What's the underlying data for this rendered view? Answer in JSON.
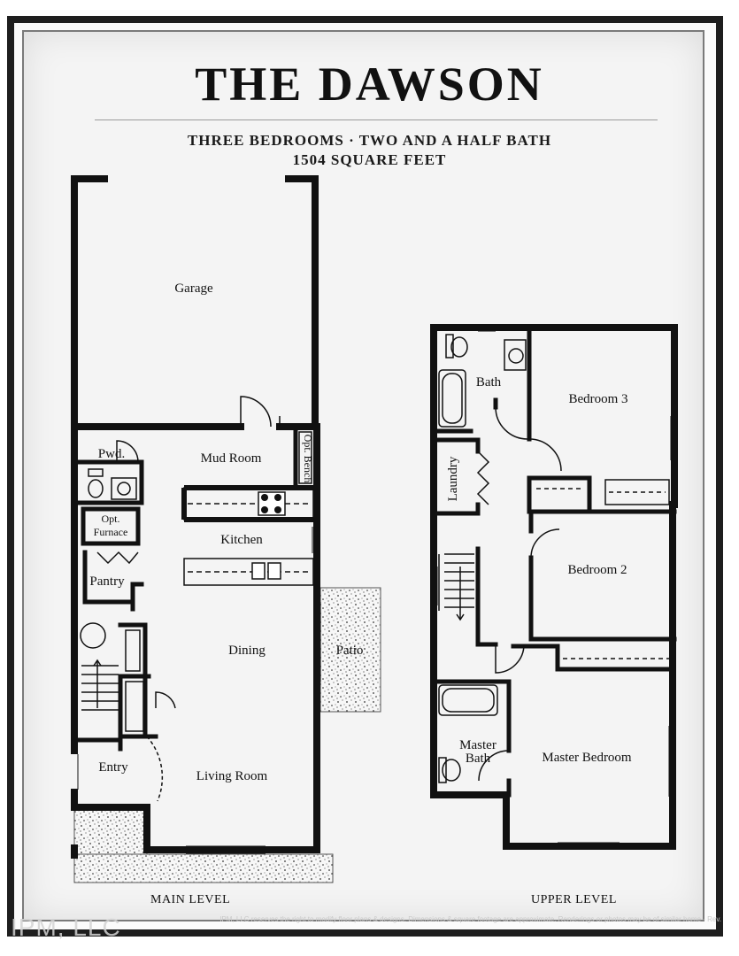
{
  "header": {
    "title": "THE DAWSON",
    "subtitle_line1": "THREE BEDROOMS · TWO AND A HALF BATH",
    "subtitle_line2": "1504 SQUARE FEET"
  },
  "main_level": {
    "label": "MAIN LEVEL",
    "rooms": {
      "garage": "Garage",
      "pwd": "Pwd.",
      "mud_room": "Mud Room",
      "opt_bench": "Opt. Bench",
      "opt_furnace_1": "Opt.",
      "opt_furnace_2": "Furnace",
      "kitchen": "Kitchen",
      "pantry": "Pantry",
      "dining": "Dining",
      "patio": "Patio",
      "entry": "Entry",
      "living_room": "Living Room"
    }
  },
  "upper_level": {
    "label": "UPPER LEVEL",
    "rooms": {
      "bath": "Bath",
      "bedroom_3": "Bedroom 3",
      "laundry": "Laundry",
      "bedroom_2": "Bedroom 2",
      "master_bath_1": "Master",
      "master_bath_2": "Bath",
      "master_bedroom": "Master Bedroom"
    }
  },
  "footer": {
    "disclaimer": "IPM, LLC reserves the right to modify floor plans & designs. Dimensions & square footage are approximate. Renderings or photos may be of similar home - Rev.",
    "watermark": "IPM, LLC"
  }
}
